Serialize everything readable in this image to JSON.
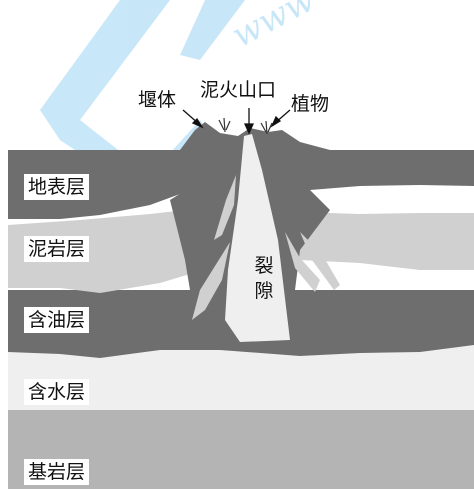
{
  "layers": {
    "surface": "地表层",
    "mudstone": "泥岩层",
    "oil": "含油层",
    "water": "含水层",
    "bedrock": "基岩层"
  },
  "callouts": {
    "embankment": "堰体",
    "mud_volcano_crater": "泥火山口",
    "plants": "植物",
    "fissure_line1": "裂",
    "fissure_line2": "隙"
  },
  "watermark": {
    "text": "www"
  },
  "colors": {
    "dark_layer": "#6e6e6e",
    "mid_layer": "#d0d0d0",
    "light_layer": "#efefef",
    "bedrock": "#b4b4b4",
    "watermark": "#3aa8e6"
  }
}
